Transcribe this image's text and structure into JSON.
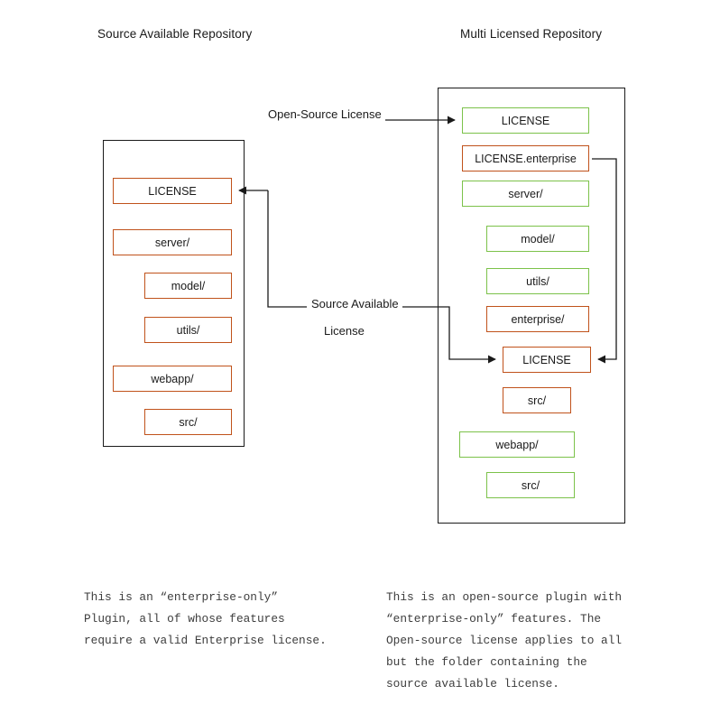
{
  "diagram": {
    "title_left": "Source Available Repository",
    "title_right": "Multi Licensed Repository",
    "colors": {
      "source_available": "#C0521B",
      "open_source": "#7CC24A",
      "outline": "#1a1a1a",
      "background": "#ffffff"
    }
  },
  "left_repo": {
    "name": "Source Available Repository",
    "nodes": [
      {
        "label": "LICENSE",
        "color": "orange",
        "indent": 0
      },
      {
        "label": "server/",
        "color": "orange",
        "indent": 0
      },
      {
        "label": "model/",
        "color": "orange",
        "indent": 1
      },
      {
        "label": "utils/",
        "color": "orange",
        "indent": 1
      },
      {
        "label": "webapp/",
        "color": "orange",
        "indent": 0
      },
      {
        "label": "src/",
        "color": "orange",
        "indent": 1
      }
    ]
  },
  "right_repo": {
    "name": "Multi Licensed Repository",
    "nodes": [
      {
        "label": "LICENSE",
        "color": "green",
        "indent": 0
      },
      {
        "label": "LICENSE.enterprise",
        "color": "orange",
        "indent": 0
      },
      {
        "label": "server/",
        "color": "green",
        "indent": 0
      },
      {
        "label": "model/",
        "color": "green",
        "indent": 1
      },
      {
        "label": "utils/",
        "color": "green",
        "indent": 1
      },
      {
        "label": "enterprise/",
        "color": "orange",
        "indent": 1
      },
      {
        "label": "LICENSE",
        "color": "orange",
        "indent": 1
      },
      {
        "label": "src/",
        "color": "orange",
        "indent": 1
      },
      {
        "label": "webapp/",
        "color": "green",
        "indent": 0
      },
      {
        "label": "src/",
        "color": "green",
        "indent": 1
      }
    ]
  },
  "connectors": {
    "open_source_label": "Open-Source License",
    "source_available_label_line1": "Source Available",
    "source_available_label_line2": "License"
  },
  "captions": {
    "left": "This is an “enterprise-only”\nPlugin, all of whose features\nrequire a valid Enterprise license.",
    "right": "This is an open-source plugin with\n“enterprise-only” features. The\nOpen-source license applies to all\nbut the folder containing the\nsource available license."
  }
}
